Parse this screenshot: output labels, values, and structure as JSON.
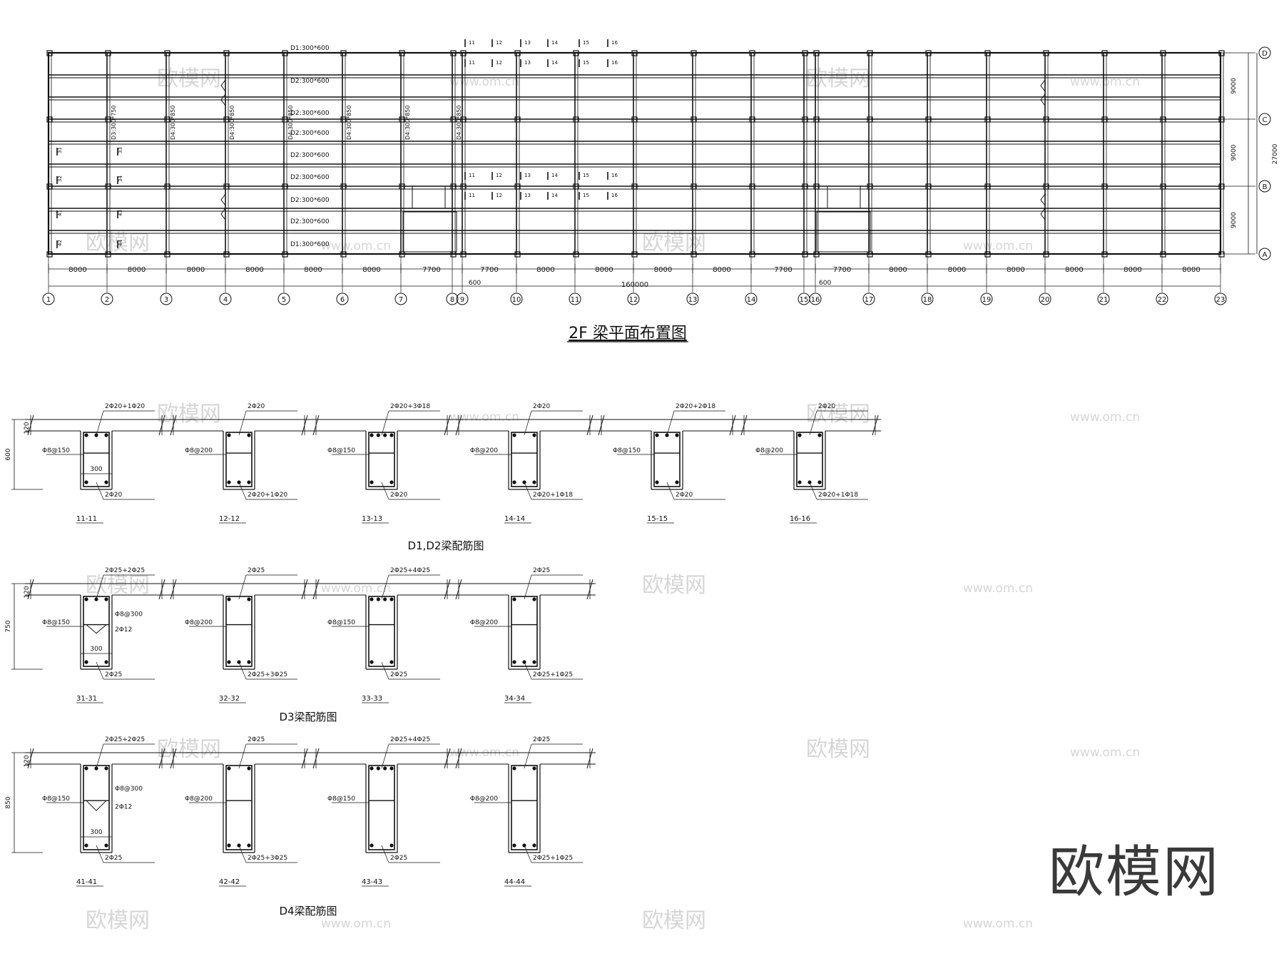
{
  "plan": {
    "title": "2F 梁平面布置图",
    "grid_numbers": [
      "1",
      "2",
      "3",
      "4",
      "5",
      "6",
      "7",
      "8",
      "9",
      "10",
      "11",
      "12",
      "13",
      "14",
      "15",
      "16",
      "17",
      "18",
      "19",
      "20",
      "21",
      "22",
      "23"
    ],
    "grid_letters": [
      "D",
      "C",
      "B",
      "A"
    ],
    "bay_spans": [
      "8000",
      "8000",
      "8000",
      "8000",
      "8000",
      "8000",
      "7700",
      "7700",
      "8000",
      "8000",
      "8000",
      "8000",
      "7700",
      "7700",
      "8000",
      "8000",
      "8000",
      "8000",
      "8000",
      "8000",
      "8000"
    ],
    "joint_width": "600",
    "total_length": "160000",
    "vertical_spans": [
      "9000",
      "9000",
      "9000"
    ],
    "total_width": "27000",
    "beam_labels": [
      "D1:300*600",
      "D2:300*600",
      "D2:300*600",
      "D2:300*600",
      "D2:300*600",
      "D2:300*600",
      "D2:300*600",
      "D2:300*600",
      "D1:300*600"
    ],
    "rotated_beam_label": "D4:300*850",
    "rotated_beam_label_first": "D3:300*750",
    "section_cut_labels_a": [
      "11",
      "12",
      "13",
      "14",
      "15",
      "16"
    ],
    "section_cut_labels_b": [
      "31",
      "32",
      "33",
      "34"
    ],
    "section_cut_labels_c": [
      "41",
      "42",
      "43",
      "44"
    ]
  },
  "group1": {
    "title": "D1,D2梁配筋图",
    "height_dim": "600",
    "slab_dim": "120",
    "width_dim": "300",
    "sections": [
      {
        "name": "11-11",
        "top": "2Φ20+1Φ20",
        "stirrup": "Φ8@150",
        "bottom": "2Φ20"
      },
      {
        "name": "12-12",
        "top": "2Φ20",
        "stirrup": "Φ8@200",
        "bottom": "2Φ20+1Φ20"
      },
      {
        "name": "13-13",
        "top": "2Φ20+3Φ18",
        "stirrup": "Φ8@150",
        "bottom": "2Φ20"
      },
      {
        "name": "14-14",
        "top": "2Φ20",
        "stirrup": "Φ8@200",
        "bottom": "2Φ20+1Φ18"
      },
      {
        "name": "15-15",
        "top": "2Φ20+2Φ18",
        "stirrup": "Φ8@150",
        "bottom": "2Φ20"
      },
      {
        "name": "16-16",
        "top": "2Φ20",
        "stirrup": "Φ8@200",
        "bottom": "2Φ20+1Φ18"
      }
    ]
  },
  "group2": {
    "title": "D3梁配筋图",
    "height_dim": "750",
    "slab_dim": "120",
    "width_dim": "300",
    "tie_label": "Φ8@300",
    "side_bar": "2Φ12",
    "sections": [
      {
        "name": "31-31",
        "top": "2Φ25+2Φ25",
        "stirrup": "Φ8@150",
        "bottom": "2Φ25"
      },
      {
        "name": "32-32",
        "top": "2Φ25",
        "stirrup": "Φ8@200",
        "bottom": "2Φ25+3Φ25"
      },
      {
        "name": "33-33",
        "top": "2Φ25+4Φ25",
        "stirrup": "Φ8@150",
        "bottom": "2Φ25"
      },
      {
        "name": "34-34",
        "top": "2Φ25",
        "stirrup": "Φ8@200",
        "bottom": "2Φ25+1Φ25"
      }
    ]
  },
  "group3": {
    "title": "D4梁配筋图",
    "height_dim": "850",
    "slab_dim": "120",
    "width_dim": "300",
    "tie_label": "Φ8@300",
    "side_bar": "2Φ12",
    "sections": [
      {
        "name": "41-41",
        "top": "2Φ25+2Φ25",
        "stirrup": "Φ8@150",
        "bottom": "2Φ25"
      },
      {
        "name": "42-42",
        "top": "2Φ25",
        "stirrup": "Φ8@200",
        "bottom": "2Φ25+3Φ25"
      },
      {
        "name": "43-43",
        "top": "2Φ25+4Φ25",
        "stirrup": "Φ8@150",
        "bottom": "2Φ25"
      },
      {
        "name": "44-44",
        "top": "2Φ25",
        "stirrup": "Φ8@200",
        "bottom": "2Φ25+1Φ25"
      }
    ]
  },
  "watermark": {
    "brand": "欧模网",
    "url": "www.om.cn"
  }
}
